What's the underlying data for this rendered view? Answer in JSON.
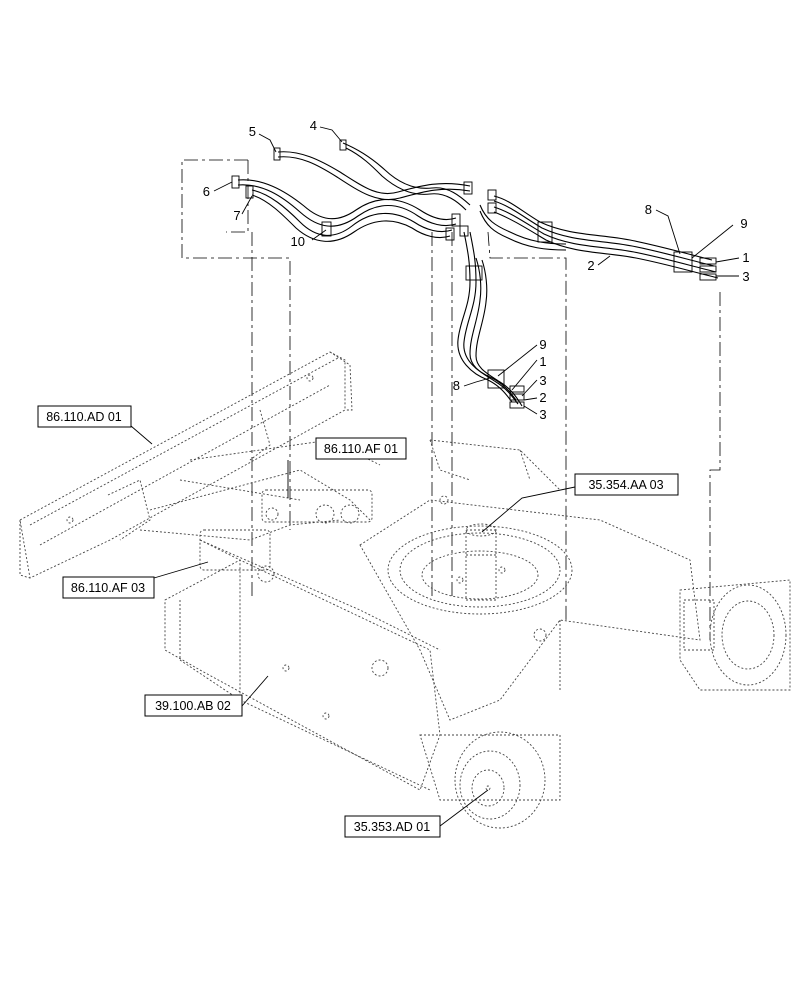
{
  "diagram": {
    "callouts": {
      "c1a": "1",
      "c1b": "1",
      "c2a": "2",
      "c2b": "2",
      "c3a": "3",
      "c3b": "3",
      "c3c": "3",
      "c4": "4",
      "c5": "5",
      "c6": "6",
      "c7": "7",
      "c8a": "8",
      "c8b": "8",
      "c9a": "9",
      "c9b": "9",
      "c10": "10"
    },
    "references": {
      "r1": "86.110.AD 01",
      "r2": "86.110.AF 01",
      "r3": "35.354.AA 03",
      "r4": "86.110.AF 03",
      "r5": "39.100.AB 02",
      "r6": "35.353.AD 01"
    }
  }
}
